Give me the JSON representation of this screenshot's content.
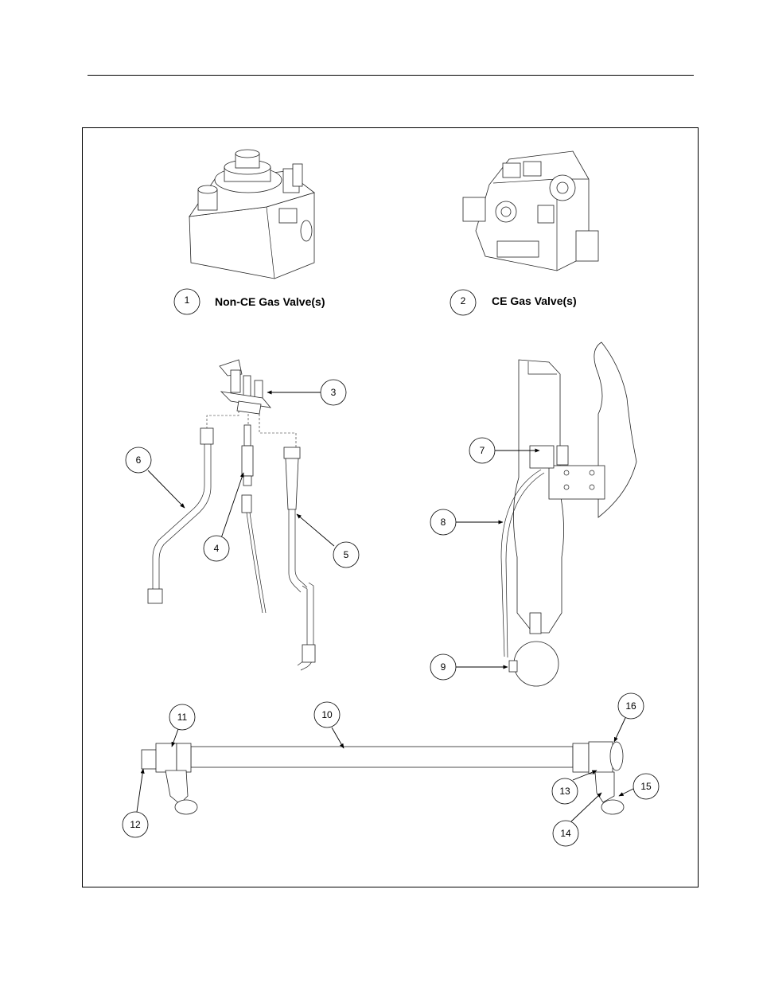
{
  "figure": {
    "captions": {
      "non_ce_valve": "Non-CE Gas Valve(s)",
      "ce_valve": "CE Gas Valve(s)"
    },
    "callouts": [
      "1",
      "2",
      "3",
      "4",
      "5",
      "6",
      "7",
      "8",
      "9",
      "10",
      "11",
      "12",
      "13",
      "14",
      "15",
      "16"
    ]
  }
}
